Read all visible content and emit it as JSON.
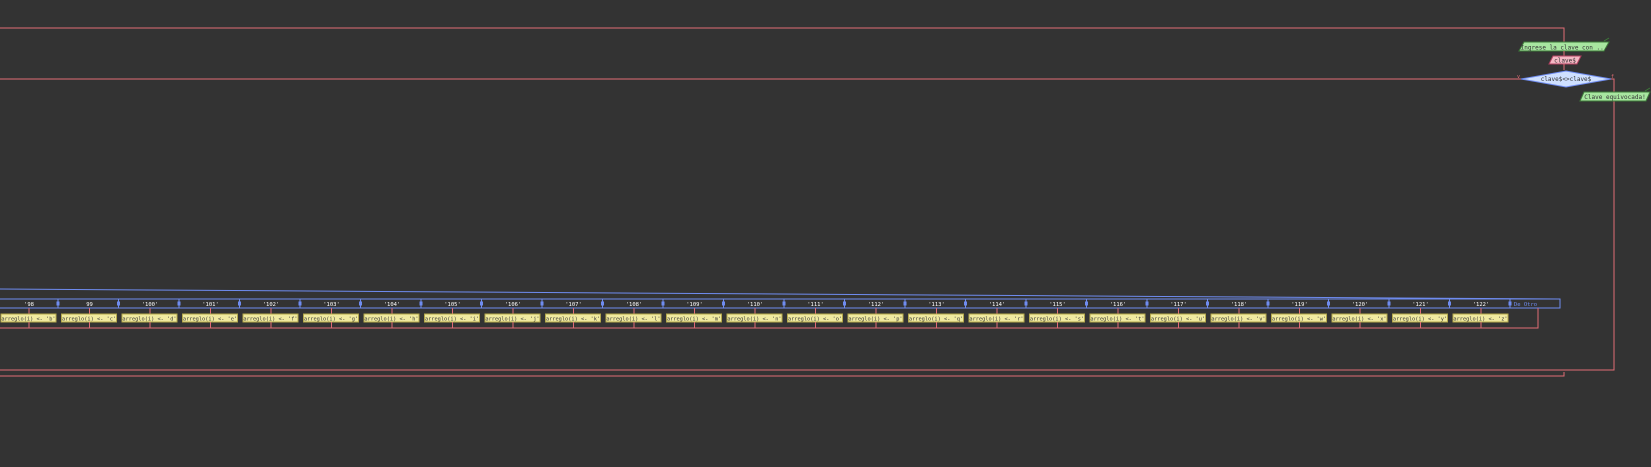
{
  "flowchart": {
    "nodes": {
      "prompt_output": "Ingrese la clave con ...",
      "read_input": "clave$",
      "loop_condition": "clave$<>clave$",
      "error_output": "Clave equivocada!"
    },
    "switch_labels": [
      "'98",
      "99",
      "'100'",
      "'101'",
      "'102'",
      "'103'",
      "'104'",
      "'105'",
      "'106'",
      "'107'",
      "'108'",
      "'109'",
      "'110'",
      "'111'",
      "'112'",
      "'113'",
      "'114'",
      "'115'",
      "'116'",
      "'117'",
      "'118'",
      "'119'",
      "'120'",
      "'121'",
      "'122'"
    ],
    "default_label": "De Otro",
    "assignments": [
      "arreglo(i) <- 'b'",
      "arreglo(i) <- 'c'",
      "arreglo(i) <- 'd'",
      "arreglo(i) <- 'e'",
      "arreglo(i) <- 'f'",
      "arreglo(i) <- 'g'",
      "arreglo(i) <- 'h'",
      "arreglo(i) <- 'i'",
      "arreglo(i) <- 'j'",
      "arreglo(i) <- 'k'",
      "arreglo(i) <- 'l'",
      "arreglo(i) <- 'm'",
      "arreglo(i) <- 'n'",
      "arreglo(i) <- 'o'",
      "arreglo(i) <- 'p'",
      "arreglo(i) <- 'q'",
      "arreglo(i) <- 'r'",
      "arreglo(i) <- 's'",
      "arreglo(i) <- 't'",
      "arreglo(i) <- 'u'",
      "arreglo(i) <- 'v'",
      "arreglo(i) <- 'w'",
      "arreglo(i) <- 'x'",
      "arreglo(i) <- 'y'",
      "arreglo(i) <- 'z'"
    ],
    "branch_marks": {
      "true": "v",
      "false": "f"
    },
    "colors": {
      "background": "#333333",
      "loop_line": "#e06c75",
      "switch_line": "#6f8cf0",
      "assign_fill": "#f0eaa0",
      "assign_stroke": "#b4a84a",
      "io_fill": "#a8e6a0",
      "io_stroke": "#3e7a3a",
      "read_fill": "#f4b8c4",
      "read_stroke": "#b04060",
      "decision_fill": "#cfe0ff",
      "decision_stroke": "#6f8cf0",
      "case_label_text": "#ffffff"
    }
  }
}
